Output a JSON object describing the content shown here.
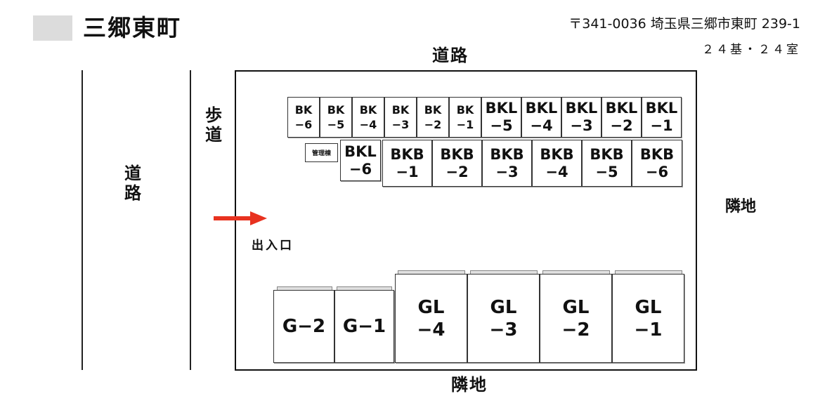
{
  "header": {
    "title": "三郷東町",
    "address": "〒341-0036  埼玉県三郷市東町 239-1",
    "capacity": "２４基・２４室"
  },
  "surroundings": {
    "road_top": "道路",
    "road_left": "道路",
    "sidewalk": "歩道",
    "neighbor_right": "隣地",
    "neighbor_bottom": "隣地",
    "entrance": "出入口"
  },
  "office": "管理棟",
  "units": {
    "row1": [
      "BK\n−6",
      "BK\n−5",
      "BK\n−4",
      "BK\n−3",
      "BK\n−2",
      "BK\n−1",
      "BKL\n−5",
      "BKL\n−4",
      "BKL\n−3",
      "BKL\n−2",
      "BKL\n−1"
    ],
    "row2": [
      "BKL\n−6",
      "BKB\n−1",
      "BKB\n−2",
      "BKB\n−3",
      "BKB\n−4",
      "BKB\n−5",
      "BKB\n−6"
    ],
    "row3": [
      "G−2",
      "G−1",
      "GL\n−4",
      "GL\n−3",
      "GL\n−2",
      "GL\n−1"
    ]
  },
  "colors": {
    "entrance_arrow": "#e8321f",
    "title_swatch": "#dcdcdc"
  }
}
